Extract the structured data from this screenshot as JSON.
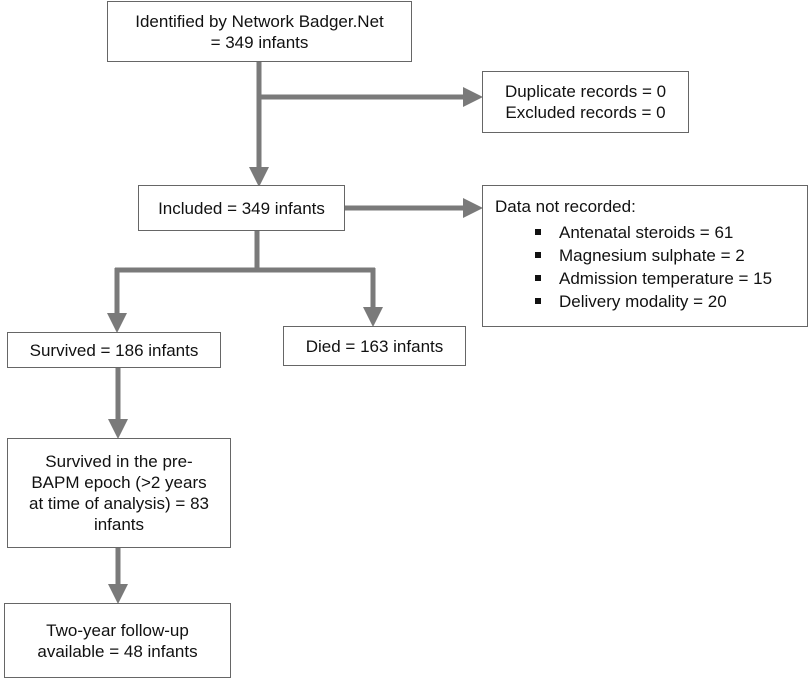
{
  "boxes": {
    "identified": {
      "lines": [
        "Identified by Network Badger.Net",
        "= 349 infants"
      ]
    },
    "duplicates": {
      "lines": [
        "Duplicate records = 0",
        "Excluded records = 0"
      ]
    },
    "included": {
      "lines": [
        "Included = 349 infants"
      ]
    },
    "not_recorded": {
      "title": "Data not recorded:",
      "items": [
        "Antenatal steroids = 61",
        "Magnesium sulphate = 2",
        "Admission temperature = 15",
        "Delivery modality = 20"
      ]
    },
    "survived": {
      "lines": [
        "Survived = 186 infants"
      ]
    },
    "died": {
      "lines": [
        "Died = 163 infants"
      ]
    },
    "pre_bapm": {
      "lines": [
        "Survived in the pre-",
        "BAPM epoch (>2 years",
        "at time of analysis) = 83",
        "infants"
      ]
    },
    "followup": {
      "lines": [
        "Two-year follow-up",
        "available = 48 infants"
      ]
    }
  },
  "colors": {
    "arrow": "#7a7a7a",
    "border": "#666666",
    "text": "#111111"
  }
}
